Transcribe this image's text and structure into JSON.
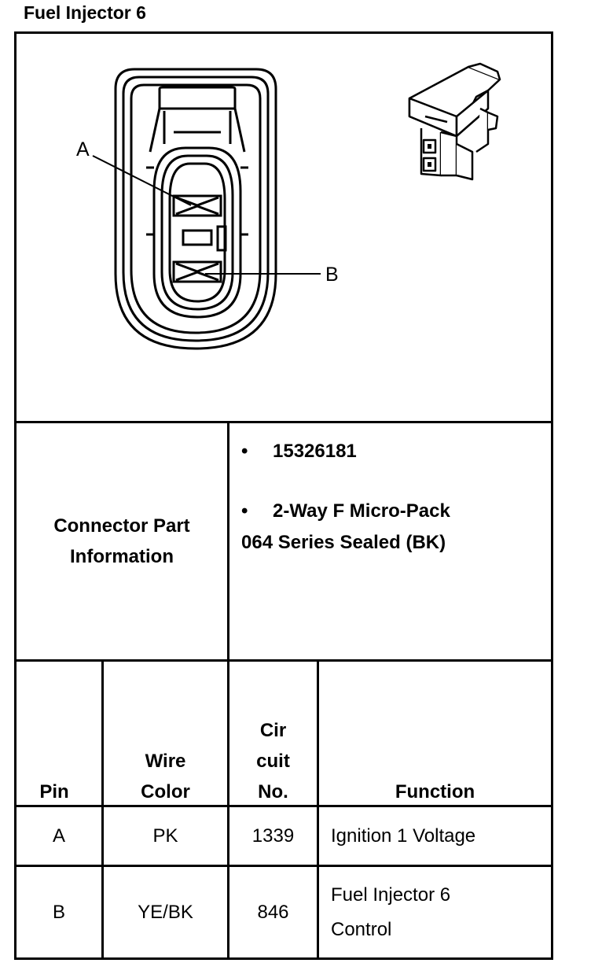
{
  "title": "Fuel Injector 6",
  "diagram": {
    "pin_labels": [
      "A",
      "B"
    ],
    "icons": [
      "connector-face-view",
      "connector-3d-view"
    ]
  },
  "connector_info": {
    "label_lines": [
      "Connector Part",
      "Information"
    ],
    "part_number": "15326181",
    "description_lines": [
      "2-Way F Micro-Pack",
      "064 Series Sealed (BK)"
    ]
  },
  "pin_table": {
    "headers": {
      "pin": [
        "Pin"
      ],
      "wire_color": [
        "Wire",
        "Color"
      ],
      "circuit": [
        "Cir",
        "cuit",
        "No."
      ],
      "function": [
        "Function"
      ]
    },
    "rows": [
      {
        "pin": "A",
        "wire_color": "PK",
        "circuit": "1339",
        "function_lines": [
          "Ignition 1 Voltage"
        ]
      },
      {
        "pin": "B",
        "wire_color": "YE/BK",
        "circuit": "846",
        "function_lines": [
          "Fuel Injector 6",
          "Control"
        ]
      }
    ]
  }
}
